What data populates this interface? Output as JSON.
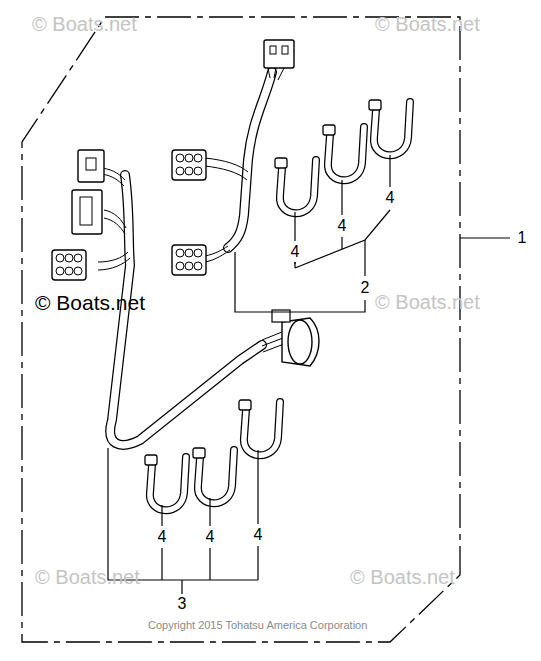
{
  "diagram": {
    "labels": [
      "© Boats.net",
      "© Boats.net",
      "© Boats.net",
      "© Boats.net",
      "© Boats.net",
      "© Boats.net",
      "1",
      "2",
      "3",
      "4",
      "4",
      "4",
      "4",
      "4",
      "4",
      "Copyright 2015 Tohatsu America Corporation"
    ]
  }
}
